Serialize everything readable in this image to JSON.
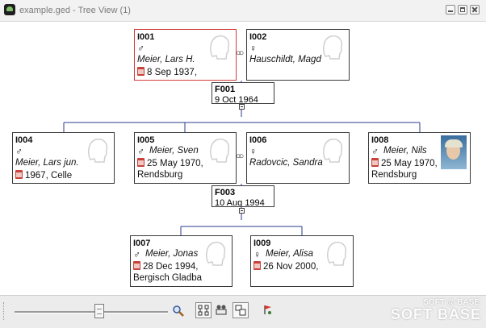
{
  "window": {
    "title": "example.ged - Tree View (1)"
  },
  "individuals": {
    "I001": {
      "id": "I001",
      "sex": "♂",
      "name": "Meier, Lars H.",
      "event": "8 Sep 1937,"
    },
    "I002": {
      "id": "I002",
      "sex": "♀",
      "name": "Hauschildt, Magd"
    },
    "I004": {
      "id": "I004",
      "sex": "♂",
      "name": "Meier, Lars jun.",
      "event": "1967, Celle"
    },
    "I005": {
      "id": "I005",
      "sex": "♂",
      "name": "Meier, Sven",
      "event": "25 May 1970,",
      "place": "Rendsburg"
    },
    "I006": {
      "id": "I006",
      "sex": "♀",
      "name": "Radovcic, Sandra"
    },
    "I008": {
      "id": "I008",
      "sex": "♂",
      "name": "Meier, Nils",
      "event": "25 May 1970,",
      "place": "Rendsburg"
    },
    "I007": {
      "id": "I007",
      "sex": "♂",
      "name": "Meier, Jonas",
      "event": "28 Dec 1994,",
      "place": "Bergisch Gladba"
    },
    "I009": {
      "id": "I009",
      "sex": "♀",
      "name": "Meier, Alisa",
      "event": "26 Nov 2000,"
    }
  },
  "families": {
    "F001": {
      "id": "F001",
      "date": "9 Oct 1964"
    },
    "F003": {
      "id": "F003",
      "date": "10 Aug 1994"
    }
  },
  "marriage_symbol": "○○",
  "icons": [
    "app-icon",
    "silhouette-icon",
    "calendar-event-icon",
    "zoom-icon",
    "tree-layout-icon",
    "family-icon",
    "ancestors-icon",
    "bookmark-icon"
  ],
  "colors": {
    "selected_border": "#d23b3b",
    "connector": "#2b3b8f"
  },
  "toolbar": {
    "zoom_level": 0.55
  },
  "watermark": {
    "top": "SOFT @ BASE",
    "main": "SOFT  BASE"
  }
}
